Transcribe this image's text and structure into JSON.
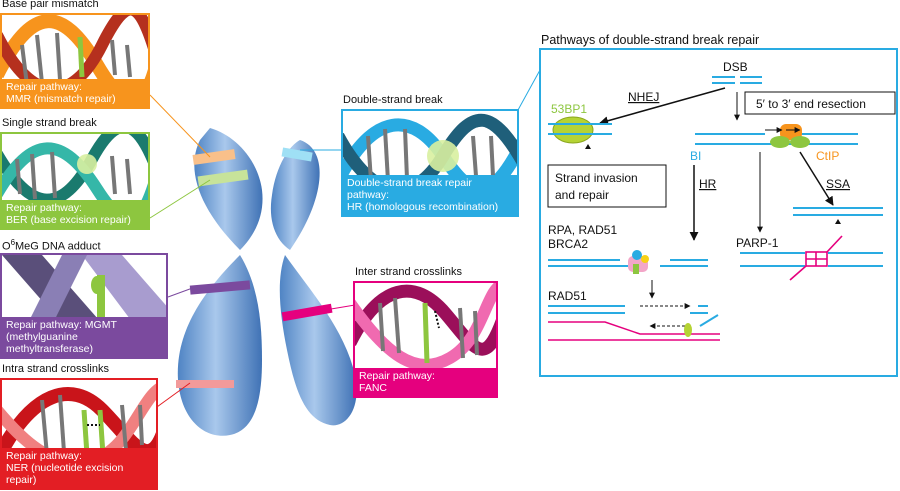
{
  "colors": {
    "orange": "#f7941d",
    "green": "#8dc63f",
    "purple": "#7b4a9e",
    "red": "#e31e24",
    "magenta": "#e5007e",
    "cyan": "#29abe2",
    "chromosome": "#6f9fd6"
  },
  "boxes": {
    "mismatch": {
      "title": "Base pair mismatch",
      "caption1": "Repair pathway:",
      "caption2": "MMR (mismatch repair)",
      "color": "#f7941d"
    },
    "ssb": {
      "title": "Single strand break",
      "caption1": "Repair pathway:",
      "caption2": "BER (base excision repair)",
      "color": "#8dc63f"
    },
    "adduct": {
      "title_prefix": "O",
      "title_sup": "6",
      "title_suffix": "MeG DNA adduct",
      "caption1": "Repair pathway: MGMT",
      "caption2": "(methylguanine methyltransferase)",
      "color": "#7b4a9e"
    },
    "intra": {
      "title": "Intra strand crosslinks",
      "caption1": "Repair pathway:",
      "caption2": "NER (nucleotide excision repair)",
      "color": "#e31e24"
    },
    "dsb": {
      "title": "Double-strand break",
      "caption1": "Double-strand break repair pathway:",
      "caption2": "HR (homologous recombination)",
      "color": "#29abe2"
    },
    "inter": {
      "title": "Inter strand crosslinks",
      "caption1": "Repair pathway:",
      "caption2": "FANC",
      "color": "#e5007e"
    }
  },
  "pathways": {
    "title": "Pathways of double-strand break repair",
    "dsb": "DSB",
    "bp53": "53BP1",
    "nhej": "NHEJ",
    "resection": "5′ to 3′ end resection",
    "bi": "BI",
    "ctip": "CtIP",
    "hr": "HR",
    "ssa": "SSA",
    "strand1": "Strand invasion",
    "strand2": "and repair",
    "rpa1": "RPA, RAD51",
    "rpa2": "BRCA2",
    "parp": "PARP-1",
    "rad51": "RAD51"
  }
}
